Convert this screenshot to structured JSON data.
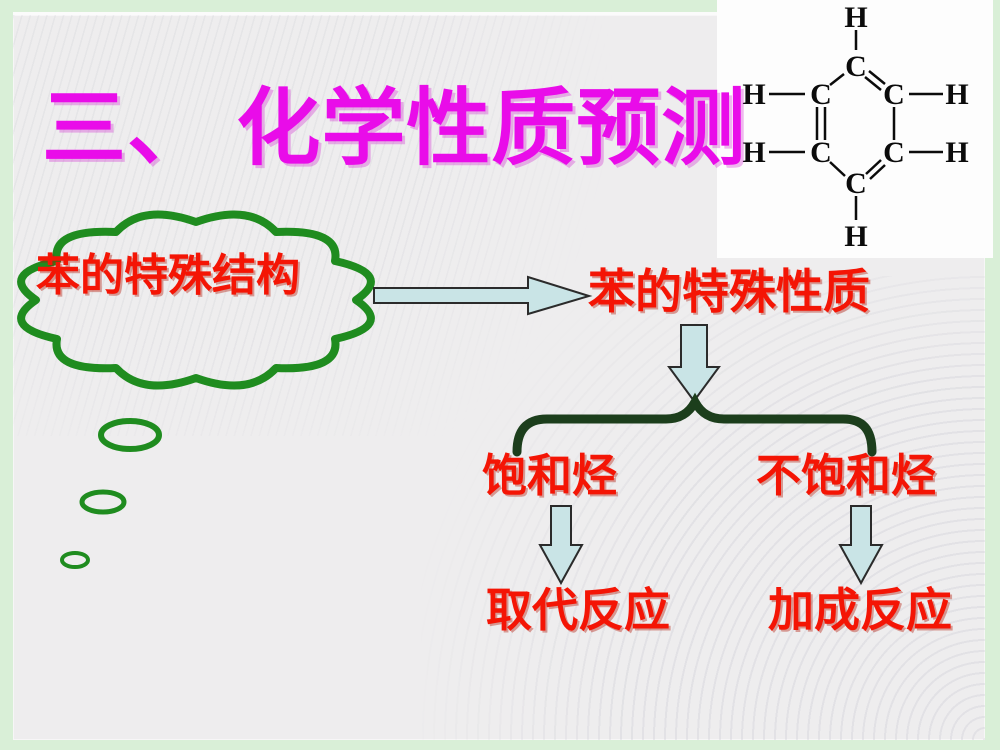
{
  "slide": {
    "title": "三、 化学性质预测",
    "cloud_label": "苯的特殊结构",
    "flow": {
      "result": "苯的特殊性质",
      "branch_left": "饱和烃",
      "branch_right": "不饱和烃",
      "outcome_left": "取代反应",
      "outcome_right": "加成反应"
    }
  },
  "benzene_diagram": {
    "carbon": "C",
    "hydrogen": "H"
  },
  "colors": {
    "title_magenta": "#e90ce9",
    "label_red": "#f41505",
    "cloud_green": "#1f8c1f",
    "brace_green": "#1c3e1c",
    "arrow_fill": "#c9e4e6",
    "arrow_outline": "#2b2b2b",
    "frame_green": "#d9efd7",
    "slide_bg": "#eeedee",
    "panel_white": "#fdfdfd"
  }
}
